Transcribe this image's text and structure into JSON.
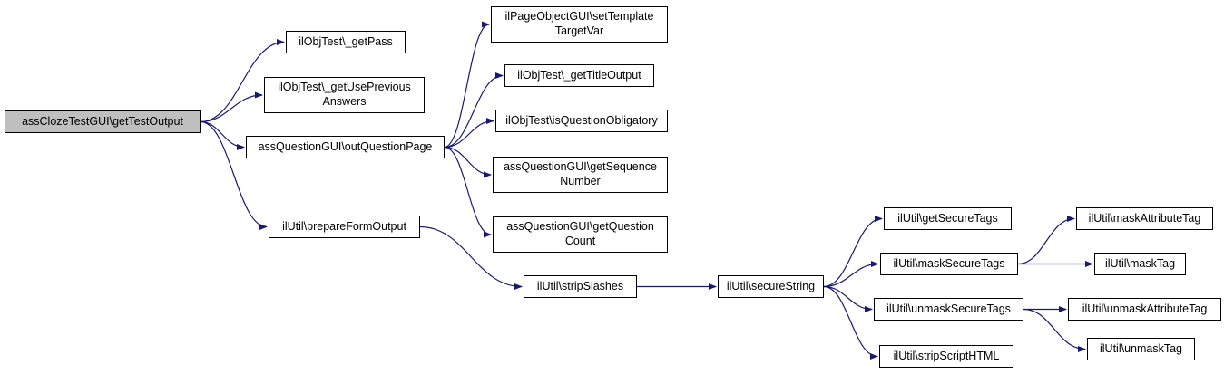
{
  "diagram": {
    "type": "call-graph",
    "highlighted_node": "getTestOutput",
    "colors": {
      "edge": "#191970",
      "node_border": "#000000",
      "node_fill": "#ffffff",
      "highlight_fill": "#bfbfbf",
      "background": "#ffffff"
    },
    "nodes": {
      "getTestOutput": {
        "label": "assClozeTestGUI\\getTestOutput"
      },
      "getPass": {
        "label": "ilObjTest\\_getPass"
      },
      "getUsePreviousAnswers": {
        "label": "ilObjTest\\_getUsePrevious\nAnswers"
      },
      "outQuestionPage": {
        "label": "assQuestionGUI\\outQuestionPage"
      },
      "prepareFormOutput": {
        "label": "ilUtil\\prepareFormOutput"
      },
      "setTemplateTargetVar": {
        "label": "ilPageObjectGUI\\setTemplate\nTargetVar"
      },
      "getTitleOutput": {
        "label": "ilObjTest\\_getTitleOutput"
      },
      "isQuestionObligatory": {
        "label": "ilObjTest\\isQuestionObligatory"
      },
      "getSequenceNumber": {
        "label": "assQuestionGUI\\getSequence\nNumber"
      },
      "getQuestionCount": {
        "label": "assQuestionGUI\\getQuestion\nCount"
      },
      "stripSlashes": {
        "label": "ilUtil\\stripSlashes"
      },
      "secureString": {
        "label": "ilUtil\\secureString"
      },
      "getSecureTags": {
        "label": "ilUtil\\getSecureTags"
      },
      "maskSecureTags": {
        "label": "ilUtil\\maskSecureTags"
      },
      "unmaskSecureTags": {
        "label": "ilUtil\\unmaskSecureTags"
      },
      "stripScriptHTML": {
        "label": "ilUtil\\stripScriptHTML"
      },
      "maskAttributeTag": {
        "label": "ilUtil\\maskAttributeTag"
      },
      "maskTag": {
        "label": "ilUtil\\maskTag"
      },
      "unmaskAttributeTag": {
        "label": "ilUtil\\unmaskAttributeTag"
      },
      "unmaskTag": {
        "label": "ilUtil\\unmaskTag"
      }
    },
    "edges": [
      {
        "from": "getTestOutput",
        "to": "getPass"
      },
      {
        "from": "getTestOutput",
        "to": "getUsePreviousAnswers"
      },
      {
        "from": "getTestOutput",
        "to": "outQuestionPage"
      },
      {
        "from": "getTestOutput",
        "to": "prepareFormOutput"
      },
      {
        "from": "outQuestionPage",
        "to": "setTemplateTargetVar"
      },
      {
        "from": "outQuestionPage",
        "to": "getTitleOutput"
      },
      {
        "from": "outQuestionPage",
        "to": "isQuestionObligatory"
      },
      {
        "from": "outQuestionPage",
        "to": "getSequenceNumber"
      },
      {
        "from": "outQuestionPage",
        "to": "getQuestionCount"
      },
      {
        "from": "prepareFormOutput",
        "to": "stripSlashes"
      },
      {
        "from": "stripSlashes",
        "to": "secureString"
      },
      {
        "from": "secureString",
        "to": "getSecureTags"
      },
      {
        "from": "secureString",
        "to": "maskSecureTags"
      },
      {
        "from": "secureString",
        "to": "unmaskSecureTags"
      },
      {
        "from": "secureString",
        "to": "stripScriptHTML"
      },
      {
        "from": "maskSecureTags",
        "to": "maskAttributeTag"
      },
      {
        "from": "maskSecureTags",
        "to": "maskTag"
      },
      {
        "from": "unmaskSecureTags",
        "to": "unmaskAttributeTag"
      },
      {
        "from": "unmaskSecureTags",
        "to": "unmaskTag"
      }
    ]
  }
}
